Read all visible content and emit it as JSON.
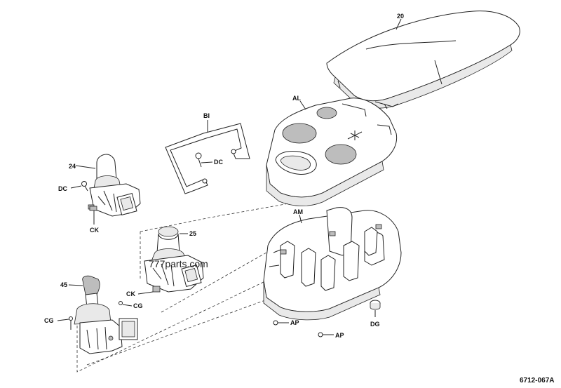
{
  "diagram_code": "6712-067A",
  "watermark": "777parts.com",
  "callouts": {
    "armrest_pad": "20",
    "upper_cover": "AL",
    "bracket": "BI",
    "screw_dc_bracket": "DC",
    "joystick_left": "24",
    "screw_dc_joystick": "DC",
    "clip_ck_left": "CK",
    "joystick_center": "25",
    "clip_ck_center": "CK",
    "lower_housing": "AM",
    "joystick_handle": "45",
    "screw_cg_right": "CG",
    "screw_cg_left": "CG",
    "screw_ap_1": "AP",
    "screw_ap_2": "AP",
    "plug_dg": "DG"
  }
}
